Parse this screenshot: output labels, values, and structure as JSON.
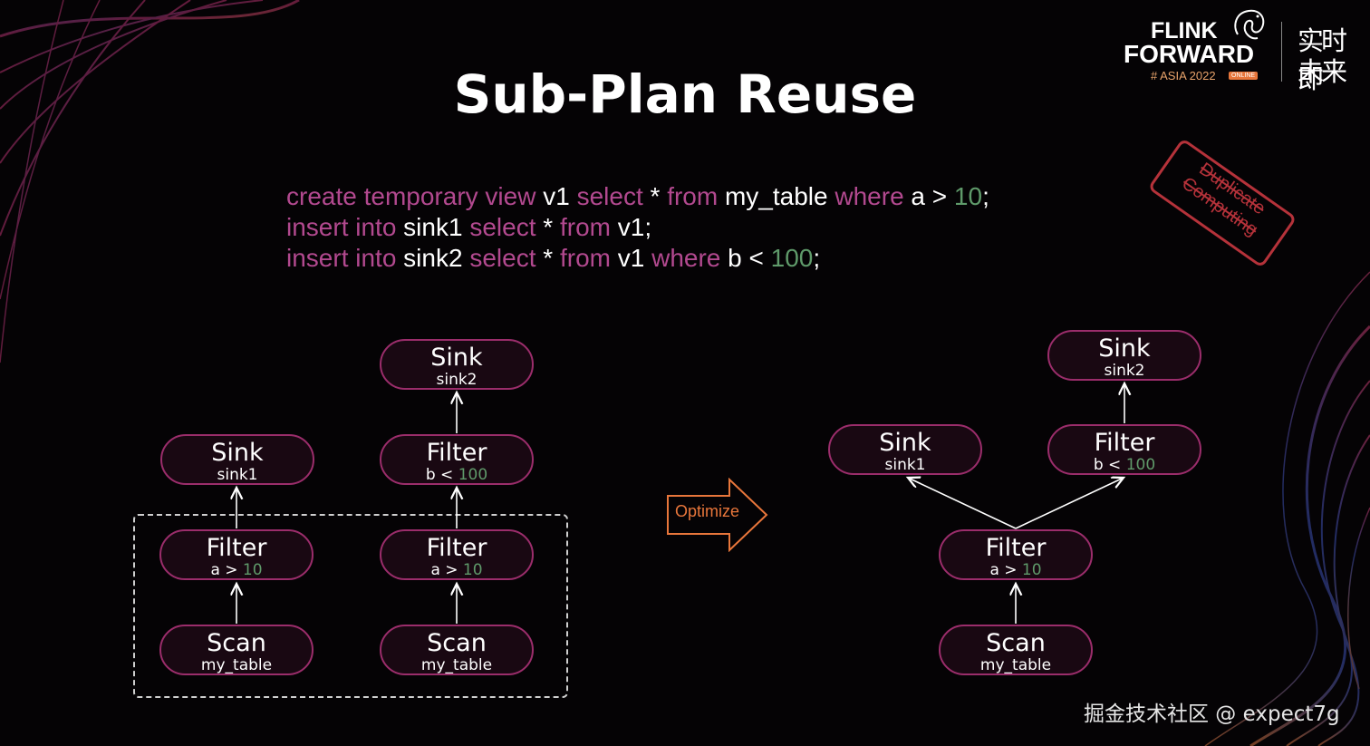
{
  "title": "Sub-Plan Reuse",
  "logo": {
    "line1": "FLINK",
    "line2": "FORWARD",
    "line3": "# ASIA 2022",
    "badge": "ONLINE",
    "cn_line1": "实时即",
    "cn_line2": "未来"
  },
  "stamp": {
    "line1": "Duplicate",
    "line2": "Computing"
  },
  "code": {
    "line1": [
      {
        "t": "create temporary view",
        "c": "kw"
      },
      {
        "t": " v1 ",
        "c": "id"
      },
      {
        "t": "select",
        "c": "kw"
      },
      {
        "t": " * ",
        "c": "id"
      },
      {
        "t": "from",
        "c": "kw"
      },
      {
        "t": " my_table ",
        "c": "id"
      },
      {
        "t": "where",
        "c": "kw"
      },
      {
        "t": " a > ",
        "c": "id"
      },
      {
        "t": "10",
        "c": "num"
      },
      {
        "t": ";",
        "c": "id"
      }
    ],
    "line2": [
      {
        "t": "insert into",
        "c": "kw"
      },
      {
        "t": " sink1 ",
        "c": "id"
      },
      {
        "t": "select",
        "c": "kw"
      },
      {
        "t": " * ",
        "c": "id"
      },
      {
        "t": "from",
        "c": "kw"
      },
      {
        "t": " v1;",
        "c": "id"
      }
    ],
    "line3": [
      {
        "t": "insert into",
        "c": "kw"
      },
      {
        "t": " sink2 ",
        "c": "id"
      },
      {
        "t": "select",
        "c": "kw"
      },
      {
        "t": " * ",
        "c": "id"
      },
      {
        "t": "from",
        "c": "kw"
      },
      {
        "t": " v1 ",
        "c": "id"
      },
      {
        "t": "where",
        "c": "kw"
      },
      {
        "t": " b < ",
        "c": "id"
      },
      {
        "t": "100",
        "c": "num"
      },
      {
        "t": ";",
        "c": "id"
      }
    ]
  },
  "left_plan": {
    "sink1": {
      "title": "Sink",
      "sub": "sink1"
    },
    "filter_a1": {
      "title": "Filter",
      "sub_pre": "a > ",
      "sub_num": "10"
    },
    "scan1": {
      "title": "Scan",
      "sub": "my_table"
    },
    "sink2": {
      "title": "Sink",
      "sub": "sink2"
    },
    "filter_b": {
      "title": "Filter",
      "sub_pre": "b < ",
      "sub_num": "100"
    },
    "filter_a2": {
      "title": "Filter",
      "sub_pre": "a > ",
      "sub_num": "10"
    },
    "scan2": {
      "title": "Scan",
      "sub": "my_table"
    }
  },
  "optimize_label": "Optimize",
  "right_plan": {
    "sink1": {
      "title": "Sink",
      "sub": "sink1"
    },
    "sink2": {
      "title": "Sink",
      "sub": "sink2"
    },
    "filter_b": {
      "title": "Filter",
      "sub_pre": "b < ",
      "sub_num": "100"
    },
    "filter_a": {
      "title": "Filter",
      "sub_pre": "a > ",
      "sub_num": "10"
    },
    "scan": {
      "title": "Scan",
      "sub": "my_table"
    }
  },
  "watermark": "掘金技术社区 @ expect7g",
  "colors": {
    "keyword": "#b2498f",
    "number": "#5f9a6a",
    "node_border": "#9b2d6b",
    "node_fill": "#190812",
    "optimize": "#e8763b",
    "stamp": "#b5323a"
  }
}
